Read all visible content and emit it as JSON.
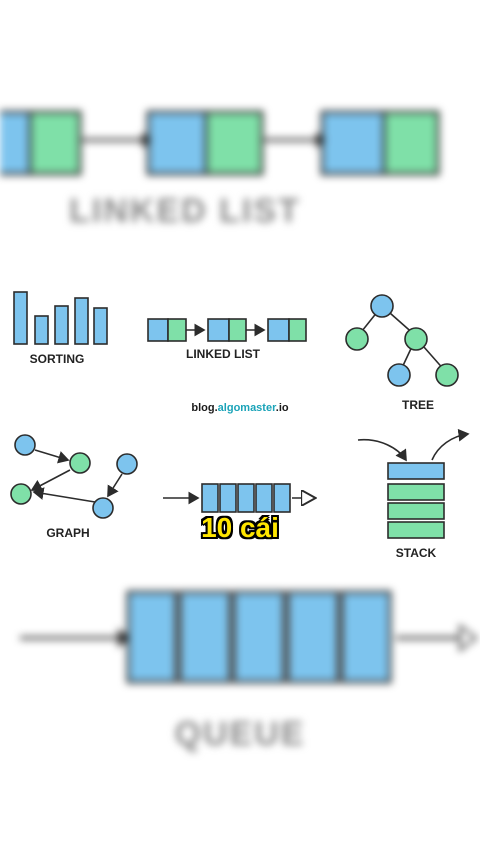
{
  "colors": {
    "blue": "#7dc4ee",
    "green": "#7fe0a8",
    "stroke": "#2c2c2c"
  },
  "header": {
    "blurred_title": "LINKED LIST"
  },
  "footer": {
    "blurred_title": "QUEUE"
  },
  "diagrams": {
    "sorting": {
      "label": "SORTING"
    },
    "linked_list": {
      "label": "LINKED LIST"
    },
    "tree": {
      "label": "TREE"
    },
    "graph": {
      "label": "GRAPH"
    },
    "queue": {
      "label": ""
    },
    "stack": {
      "label": "STACK"
    }
  },
  "watermark": {
    "prefix": "blog.",
    "brand": "algomaster",
    "suffix": ".io"
  },
  "caption": "10 cái"
}
